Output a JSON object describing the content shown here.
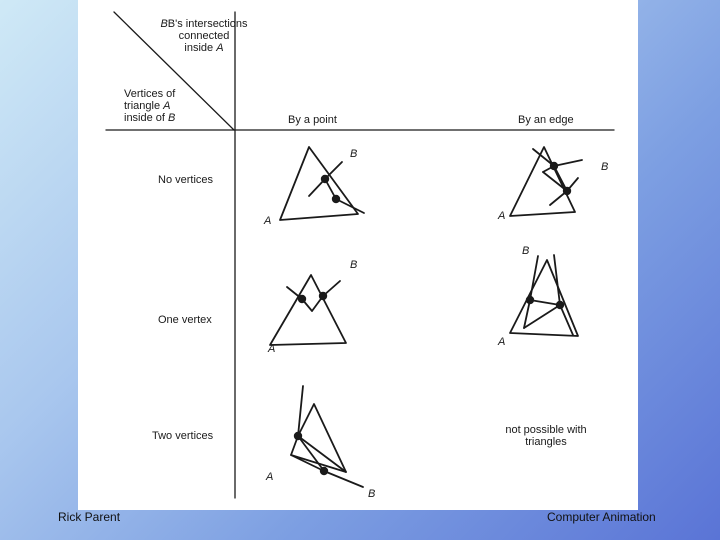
{
  "header": {
    "corner_top": {
      "line1": "B's intersections",
      "line2": "connected",
      "line3_prefix": "inside ",
      "line3_var": "A"
    },
    "corner_bottom": {
      "line1": "Vertices of",
      "line2_prefix": "triangle ",
      "line2_var": "A",
      "line3_prefix": "inside of ",
      "line3_var": "B"
    },
    "col_point": "By a point",
    "col_edge": "By an edge"
  },
  "rows": {
    "no_vertices": "No vertices",
    "one_vertex": "One vertex",
    "two_vertices": "Two vertices"
  },
  "labels": {
    "A": "A",
    "B": "B"
  },
  "not_possible": {
    "line1": "not possible with",
    "line2": "triangles"
  },
  "footer": {
    "author": "Rick Parent",
    "course": "Computer Animation"
  },
  "colors": {
    "line": "#1a1a1a",
    "panel": "#ffffff"
  }
}
